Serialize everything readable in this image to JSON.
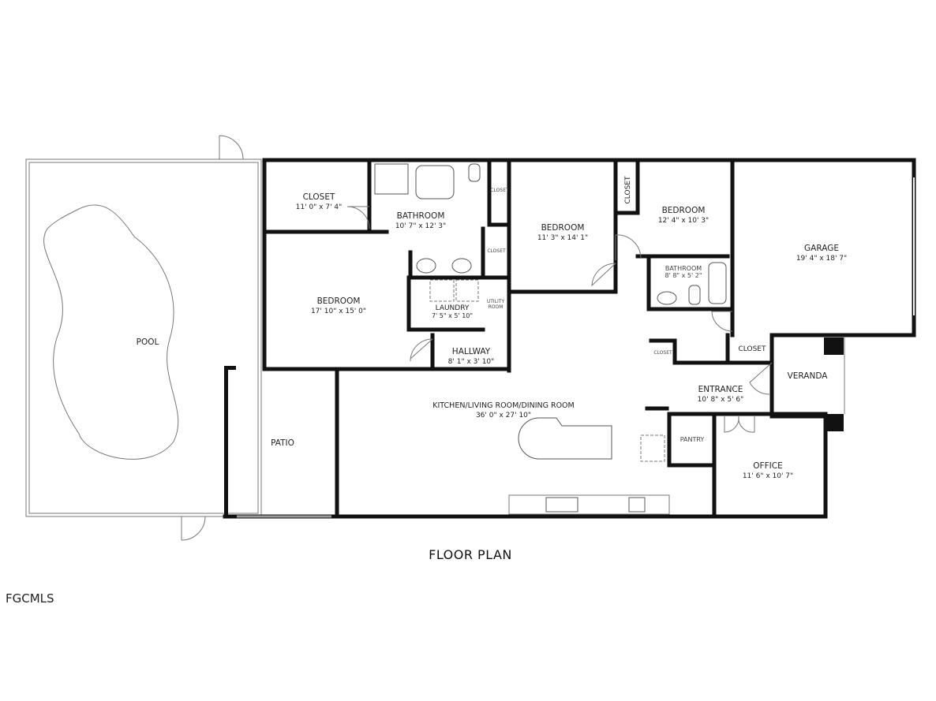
{
  "title": "FLOOR PLAN",
  "watermark": "FGCMLS",
  "rooms": {
    "pool": {
      "name": "POOL"
    },
    "patio": {
      "name": "PATIO"
    },
    "closet_main": {
      "name": "CLOSET",
      "dims": "11' 0\" x 7' 4\""
    },
    "bathroom_main": {
      "name": "BATHROOM",
      "dims": "10' 7\" x 12' 3\""
    },
    "bedroom_main": {
      "name": "BEDROOM",
      "dims": "17' 10\" x 15' 0\""
    },
    "laundry": {
      "name": "LAUNDRY",
      "dims": "7' 5\" x 5' 10\""
    },
    "utility": {
      "name": "UTILITY",
      "name2": "ROOM"
    },
    "hallway": {
      "name": "HALLWAY",
      "dims": "8' 1\" x 3' 10\""
    },
    "closet_a": {
      "name": "CLOSET"
    },
    "closet_b": {
      "name": "CLOSET"
    },
    "bedroom_2": {
      "name": "BEDROOM",
      "dims": "11' 3\" x 14' 1\""
    },
    "closet_c": {
      "name": "CLOSET"
    },
    "bedroom_3": {
      "name": "BEDROOM",
      "dims": "12' 4\" x 10' 3\""
    },
    "bathroom_2": {
      "name": "BATHROOM",
      "dims": "8' 8\" x 5' 2\""
    },
    "garage": {
      "name": "GARAGE",
      "dims": "19' 4\" x 18' 7\""
    },
    "closet_d": {
      "name": "CLOSET"
    },
    "closet_e": {
      "name": "CLOSET"
    },
    "veranda": {
      "name": "VERANDA"
    },
    "entrance": {
      "name": "ENTRANCE",
      "dims": "10' 8\" x 5' 6\""
    },
    "kitchen": {
      "name": "KITCHEN/LIVING ROOM/DINING ROOM",
      "dims": "36' 0\" x 27' 10\""
    },
    "pantry": {
      "name": "PANTRY"
    },
    "office": {
      "name": "OFFICE",
      "dims": "11' 6\" x 10' 7\""
    }
  }
}
